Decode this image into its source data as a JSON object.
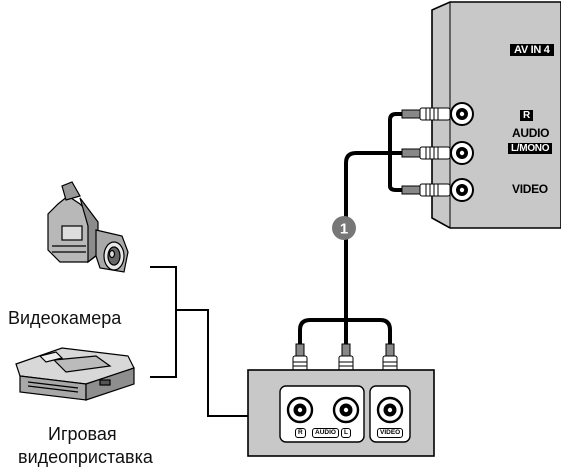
{
  "tv_panel": {
    "header": "AV IN 4",
    "r_label": "R",
    "audio_label": "AUDIO",
    "lmono_label": "L/MONO",
    "video_label": "VIDEO"
  },
  "callout": {
    "number": "1"
  },
  "devices": {
    "camcorder_label": "Видеокамера",
    "console_label_line1": "Игровая",
    "console_label_line2": "видеоприставка"
  },
  "device_panel": {
    "r_label": "R",
    "audio_label": "AUDIO",
    "l_label": "L",
    "video_label": "VIDEO"
  }
}
